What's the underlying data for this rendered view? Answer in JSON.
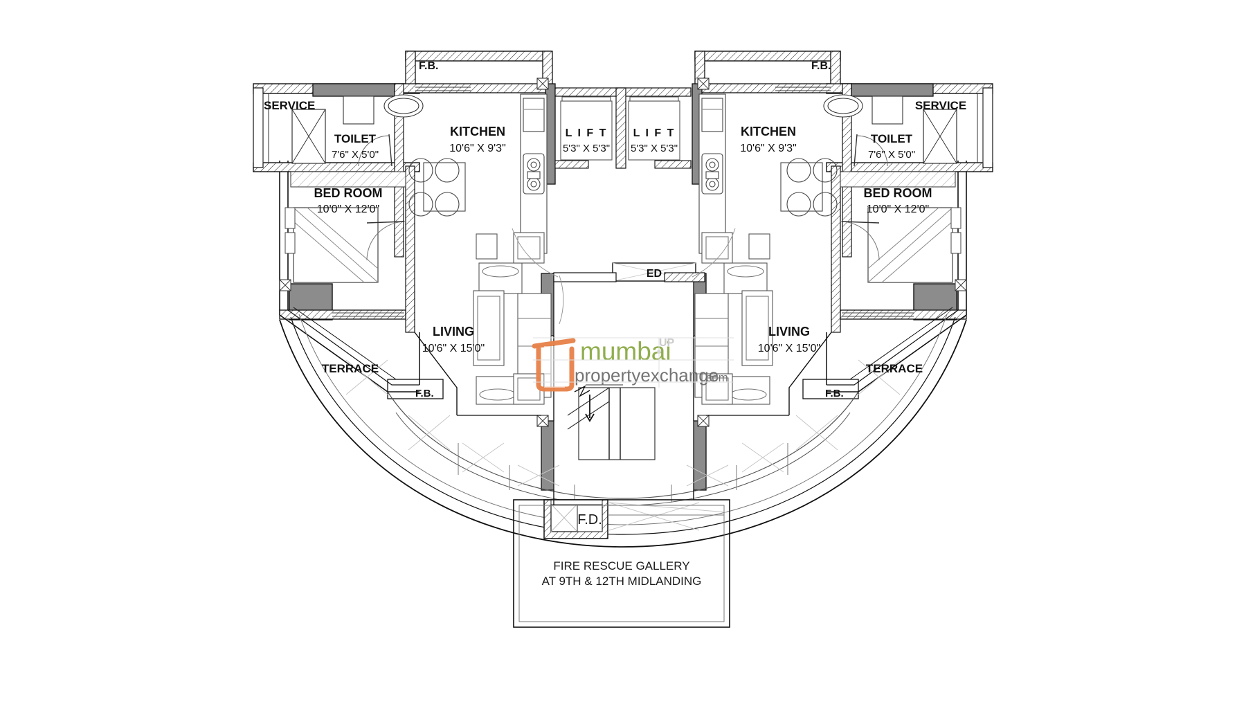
{
  "document": {
    "type": "architectural-floor-plan",
    "title": "Typical Floor Plan",
    "background_color": "#ffffff",
    "line_color": "#111111",
    "shaded_wall_color": "#8c8c8c"
  },
  "watermark": {
    "brand_line1": "mumbai",
    "brand_line2": "propertyexchange",
    "brand_suffix": ".com",
    "badge": "UP",
    "green": "#8cab46",
    "grey": "#6f6f6f",
    "orange": "#e8834a"
  },
  "rooms": {
    "left": {
      "service": {
        "label": "SERVICE"
      },
      "toilet": {
        "label": "TOILET",
        "dim": "7'6\" X 5'0\""
      },
      "kitchen": {
        "label": "KITCHEN",
        "dim": "10'6\" X 9'3\""
      },
      "bedroom": {
        "label": "BED ROOM",
        "dim": "10'0\" X 12'0\""
      },
      "living": {
        "label": "LIVING",
        "dim": "10'6\" X 15'0\""
      },
      "terrace": {
        "label": "TERRACE"
      },
      "fb_top": {
        "label": "F.B."
      },
      "fb_bottom": {
        "label": "F.B."
      }
    },
    "right": {
      "service": {
        "label": "SERVICE"
      },
      "toilet": {
        "label": "TOILET",
        "dim": "7'6\" X 5'0\""
      },
      "kitchen": {
        "label": "KITCHEN",
        "dim": "10'6\" X 9'3\""
      },
      "bedroom": {
        "label": "BED ROOM",
        "dim": "10'0\" X 12'0\""
      },
      "living": {
        "label": "LIVING",
        "dim": "10'6\" X 15'0\""
      },
      "terrace": {
        "label": "TERRACE"
      },
      "fb_top": {
        "label": "F.B."
      },
      "fb_bottom": {
        "label": "F.B."
      }
    },
    "core": {
      "lift_left": {
        "label": "L I F T",
        "dim": "5'3\" X 5'3\""
      },
      "lift_right": {
        "label": "L I F T",
        "dim": "5'3\" X 5'3\""
      },
      "ed": {
        "label": "ED"
      },
      "fd": {
        "label": "F.D."
      }
    },
    "gallery": {
      "line1": "FIRE RESCUE GALLERY",
      "line2": "AT 9TH & 12TH MIDLANDING"
    }
  }
}
